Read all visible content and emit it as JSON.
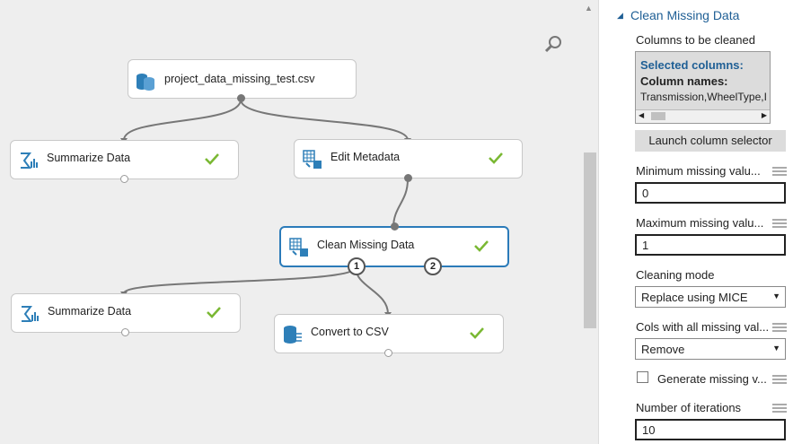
{
  "canvas": {
    "nodes": {
      "dataset": {
        "label": "project_data_missing_test.csv",
        "icon": "database-icon"
      },
      "summarize1": {
        "label": "Summarize Data",
        "icon": "sigma-chart-icon",
        "status": "check-icon"
      },
      "edit_metadata": {
        "label": "Edit Metadata",
        "icon": "table-edit-icon",
        "status": "check-icon"
      },
      "clean_missing": {
        "label": "Clean Missing Data",
        "icon": "table-clean-icon",
        "status": "check-icon",
        "port1": "1",
        "port2": "2"
      },
      "summarize2": {
        "label": "Summarize Data",
        "icon": "sigma-chart-icon",
        "status": "check-icon"
      },
      "convert_csv": {
        "label": "Convert to CSV",
        "icon": "database-convert-icon",
        "status": "check-icon"
      }
    },
    "colors": {
      "selected_border": "#2b7bb9",
      "check": "#7ab833"
    }
  },
  "panel": {
    "title": "Clean Missing Data",
    "columns_label": "Columns to be cleaned",
    "selected_columns_heading": "Selected columns:",
    "column_names_label": "Column names:",
    "column_names_value": "Transmission,WheelType,I",
    "launch_button": "Launch column selector",
    "min_missing_label": "Minimum missing valu...",
    "min_missing_value": "0",
    "max_missing_label": "Maximum missing valu...",
    "max_missing_value": "1",
    "cleaning_mode_label": "Cleaning mode",
    "cleaning_mode_value": "Replace using MICE",
    "cols_all_missing_label": "Cols with all missing val...",
    "cols_all_missing_value": "Remove",
    "generate_missing_label": "Generate missing v...",
    "generate_missing_checked": false,
    "iterations_label": "Number of iterations",
    "iterations_value": "10",
    "accent": "#1f5f95"
  }
}
